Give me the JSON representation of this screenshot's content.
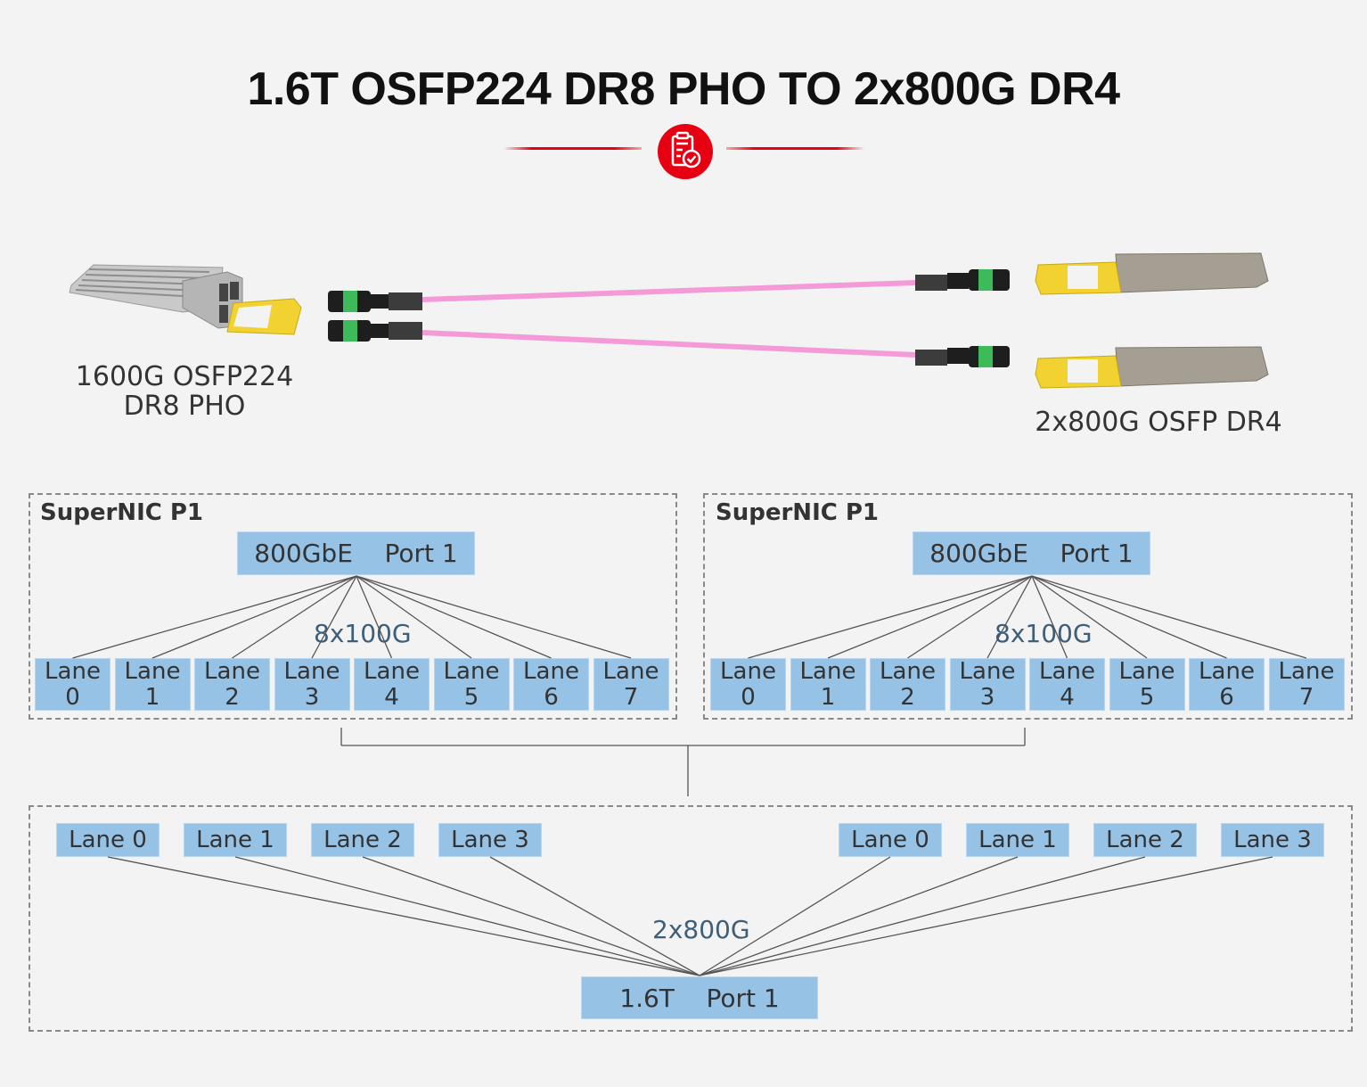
{
  "header": {
    "title": "1.6T OSFP224 DR8 PHO TO 2x800G DR4",
    "badge_icon": "clipboard-check-icon",
    "accent_color": "#e60012"
  },
  "hardware": {
    "left_module_label_line1": "1600G OSFP224",
    "left_module_label_line2": "DR8 PHO",
    "right_module_label": "2x800G OSFP DR4",
    "cable_color": "#f59ad8",
    "connector_band_color": "#3dba5a",
    "pull_tab_color": "#f2d230"
  },
  "nics": [
    {
      "title": "SuperNIC P1",
      "port_label": "800GbE    Port 1",
      "speed_label": "8x100G",
      "lanes": [
        {
          "word": "Lane",
          "num": "0"
        },
        {
          "word": "Lane",
          "num": "1"
        },
        {
          "word": "Lane",
          "num": "2"
        },
        {
          "word": "Lane",
          "num": "3"
        },
        {
          "word": "Lane",
          "num": "4"
        },
        {
          "word": "Lane",
          "num": "5"
        },
        {
          "word": "Lane",
          "num": "6"
        },
        {
          "word": "Lane",
          "num": "7"
        }
      ]
    },
    {
      "title": "SuperNIC P1",
      "port_label": "800GbE    Port 1",
      "speed_label": "8x100G",
      "lanes": [
        {
          "word": "Lane",
          "num": "0"
        },
        {
          "word": "Lane",
          "num": "1"
        },
        {
          "word": "Lane",
          "num": "2"
        },
        {
          "word": "Lane",
          "num": "3"
        },
        {
          "word": "Lane",
          "num": "4"
        },
        {
          "word": "Lane",
          "num": "5"
        },
        {
          "word": "Lane",
          "num": "6"
        },
        {
          "word": "Lane",
          "num": "7"
        }
      ]
    }
  ],
  "bottom": {
    "port_label": "1.6T    Port 1",
    "speed_label": "2x800G",
    "left_lanes": [
      "Lane 0",
      "Lane 1",
      "Lane 2",
      "Lane 3"
    ],
    "right_lanes": [
      "Lane 0",
      "Lane 1",
      "Lane 2",
      "Lane 3"
    ]
  },
  "colors": {
    "lane_box": "#96c2e6",
    "speed_text": "#3f5f78",
    "line": "#555555"
  }
}
